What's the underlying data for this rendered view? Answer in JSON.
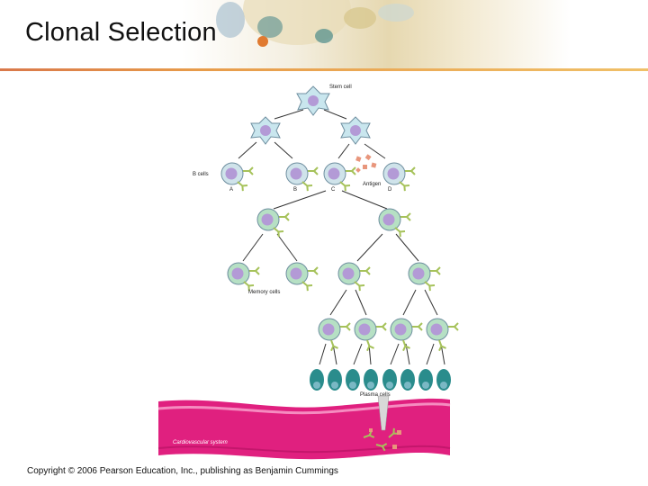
{
  "title": "Clonal Selection",
  "labels": {
    "stem_cell": "Stem cell",
    "b_cells": "B cells",
    "antigen": "Antigen",
    "memory_cells": "Memory cells",
    "plasma_cells": "Plasma cells",
    "cardiovascular_system": "Cardiovascular system",
    "cell_a": "A",
    "cell_b": "B",
    "cell_c": "C",
    "cell_d": "D"
  },
  "copyright": "Copyright © 2006 Pearson Education, Inc., publishing as Benjamin Cummings",
  "colors": {
    "stem_cell": "#c9e6ee",
    "b_cell": "#cfe3ea",
    "activated_cell": "#b6e0c4",
    "nucleus": "#b39ad6",
    "plasma_cell": "#2a8c8c",
    "receptor": "#a6c25a",
    "antigen": "#e8967c",
    "vessel": "#e0207f"
  }
}
